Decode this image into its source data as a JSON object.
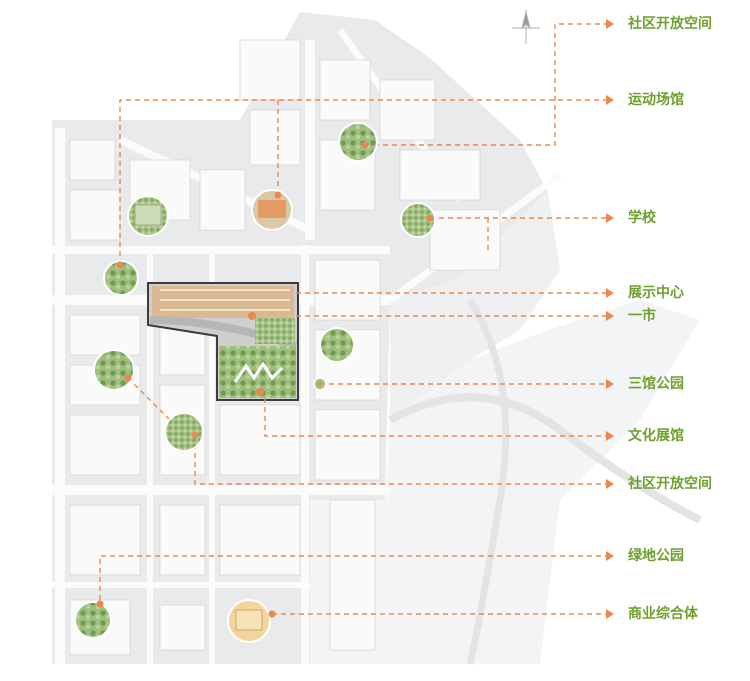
{
  "map": {
    "colors": {
      "background": "#ffffff",
      "district": "#e9eaec",
      "road": "#f7f7f8",
      "building": "#fafafa",
      "leader": "#e9884f",
      "label": "#6f9f2f",
      "project_outline": "#3c3c3c"
    },
    "legend": [
      {
        "id": "community-open-space-north",
        "label": "社区开放空间"
      },
      {
        "id": "sports-hall",
        "label": "运动场馆"
      },
      {
        "id": "school",
        "label": "学校"
      },
      {
        "id": "exhibition-center",
        "label": "展示中心"
      },
      {
        "id": "market",
        "label": "一市"
      },
      {
        "id": "three-halls-park",
        "label": "三馆公园"
      },
      {
        "id": "cultural-exhibition-hall",
        "label": "文化展馆"
      },
      {
        "id": "community-open-space-south",
        "label": "社区开放空间"
      },
      {
        "id": "green-park",
        "label": "绿地公园"
      },
      {
        "id": "commercial-complex",
        "label": "商业综合体"
      }
    ],
    "callouts": [
      {
        "id": "park-north",
        "icon": "park-circle-icon"
      },
      {
        "id": "sports-hall",
        "icon": "sports-field-circle-icon"
      },
      {
        "id": "school",
        "icon": "school-circle-icon"
      },
      {
        "id": "community-west",
        "icon": "park-circle-icon"
      },
      {
        "id": "sports-field-west",
        "icon": "sports-field-circle-icon"
      },
      {
        "id": "park-east",
        "icon": "park-circle-icon"
      },
      {
        "id": "three-halls-park",
        "icon": "park-circle-icon"
      },
      {
        "id": "cultural-hall",
        "icon": "park-circle-icon"
      },
      {
        "id": "community-southwest",
        "icon": "park-circle-icon"
      },
      {
        "id": "green-park",
        "icon": "park-circle-icon"
      },
      {
        "id": "commercial-complex",
        "icon": "commercial-circle-icon"
      }
    ],
    "compass_icon": "north-arrow-icon"
  }
}
